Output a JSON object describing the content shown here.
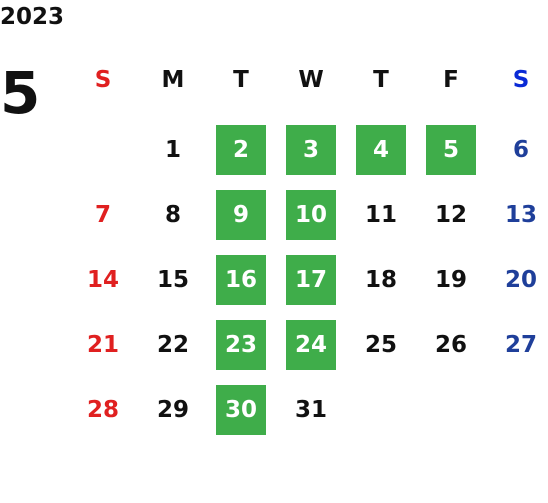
{
  "calendar": {
    "year": "2023",
    "month": "5",
    "weekday_headers": [
      "S",
      "M",
      "T",
      "W",
      "T",
      "F",
      "S"
    ],
    "weeks": [
      [
        "",
        "1",
        "2",
        "3",
        "4",
        "5",
        "6"
      ],
      [
        "7",
        "8",
        "9",
        "10",
        "11",
        "12",
        "13"
      ],
      [
        "14",
        "15",
        "16",
        "17",
        "18",
        "19",
        "20"
      ],
      [
        "21",
        "22",
        "23",
        "24",
        "25",
        "26",
        "27"
      ],
      [
        "28",
        "29",
        "30",
        "31",
        "",
        "",
        ""
      ]
    ],
    "highlighted_days": [
      "2",
      "3",
      "4",
      "5",
      "9",
      "10",
      "16",
      "17",
      "23",
      "24",
      "30"
    ],
    "colors": {
      "sunday": "#e02020",
      "saturday": "#1f3f9a",
      "saturday_header": "#0a2ad6",
      "weekday": "#111111",
      "highlight_bg": "#3fad4a",
      "highlight_text": "#ffffff"
    }
  }
}
